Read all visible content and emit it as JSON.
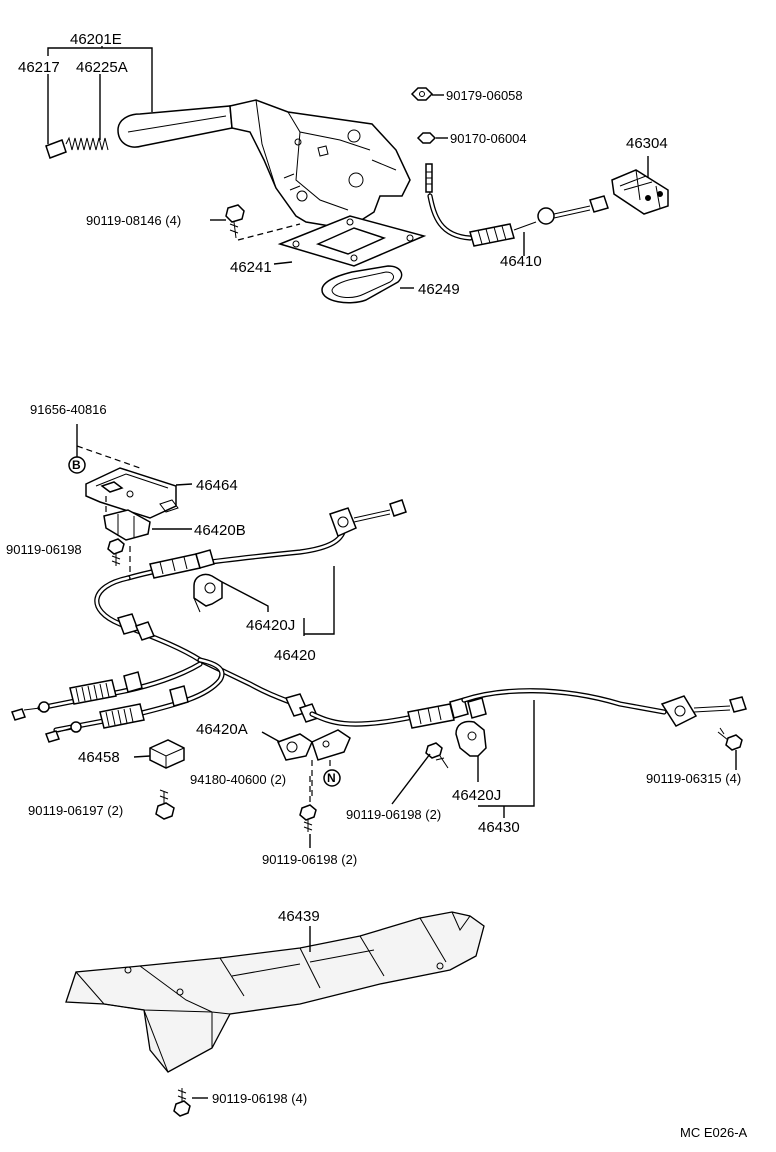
{
  "labels": {
    "l_46201E": "46201E",
    "l_46217": "46217",
    "l_46225A": "46225A",
    "l_90179_06058": "90179-06058",
    "l_90170_06004": "90170-06004",
    "l_46304": "46304",
    "l_90119_08146": "90119-08146 (4)",
    "l_46241": "46241",
    "l_46249": "46249",
    "l_46410": "46410",
    "l_91656_40816": "91656-40816",
    "l_46464": "46464",
    "l_46420B": "46420B",
    "l_90119_06198_a": "90119-06198",
    "l_46420J_a": "46420J",
    "l_46420": "46420",
    "l_46420A": "46420A",
    "l_46458": "46458",
    "l_94180_40600": "94180-40600 (2)",
    "l_90119_06197": "90119-06197 (2)",
    "l_90119_06198_b": "90119-06198 (2)",
    "l_46420J_b": "46420J",
    "l_46430": "46430",
    "l_90119_06315": "90119-06315 (4)",
    "l_90119_06198_c": "90119-06198 (2)",
    "l_46439": "46439",
    "l_90119_06198_d": "90119-06198 (4)",
    "marker_B": "B",
    "marker_N": "N",
    "ref_code": "MC E026-A"
  }
}
